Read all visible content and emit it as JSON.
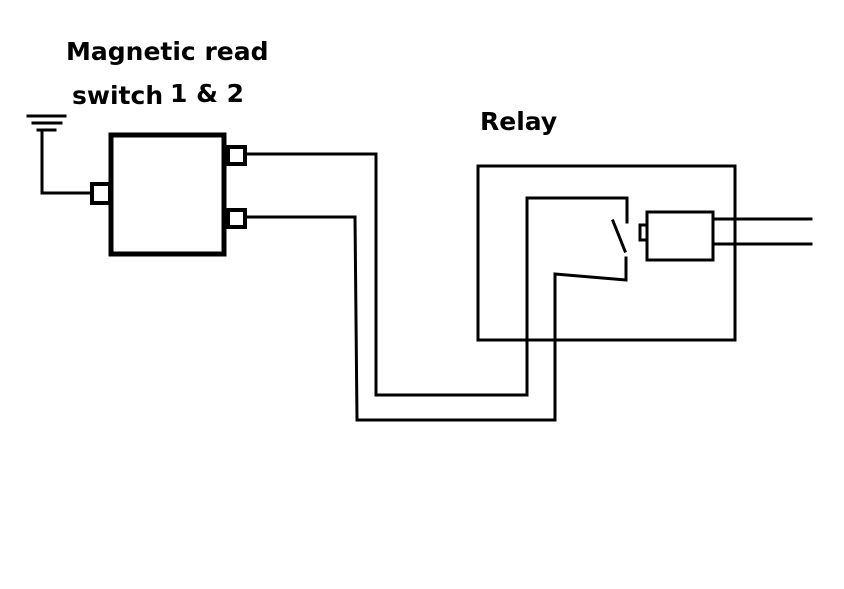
{
  "diagram": {
    "type": "wiring-diagram",
    "labels": {
      "switch_line1": "Magnetic read",
      "switch_line2": "switch",
      "switch_numbers": "1 & 2",
      "relay": "Relay"
    },
    "components": [
      {
        "id": "ground",
        "kind": "ground-symbol"
      },
      {
        "id": "reed-switch",
        "kind": "magnetic-reed-switch",
        "terminals": 3
      },
      {
        "id": "relay",
        "kind": "relay",
        "contains": [
          "switch-contact",
          "coil"
        ]
      }
    ],
    "connections": [
      {
        "from": "ground",
        "to": "reed-switch.terminal-left"
      },
      {
        "from": "reed-switch.terminal-top-right",
        "to": "relay.contact-common"
      },
      {
        "from": "reed-switch.terminal-bottom-right",
        "to": "relay.contact-switched"
      },
      {
        "from": "relay.coil",
        "to": "external-lead-1"
      },
      {
        "from": "relay.coil",
        "to": "external-lead-2"
      }
    ],
    "colors": {
      "line": "#000000",
      "background": "#ffffff"
    }
  }
}
